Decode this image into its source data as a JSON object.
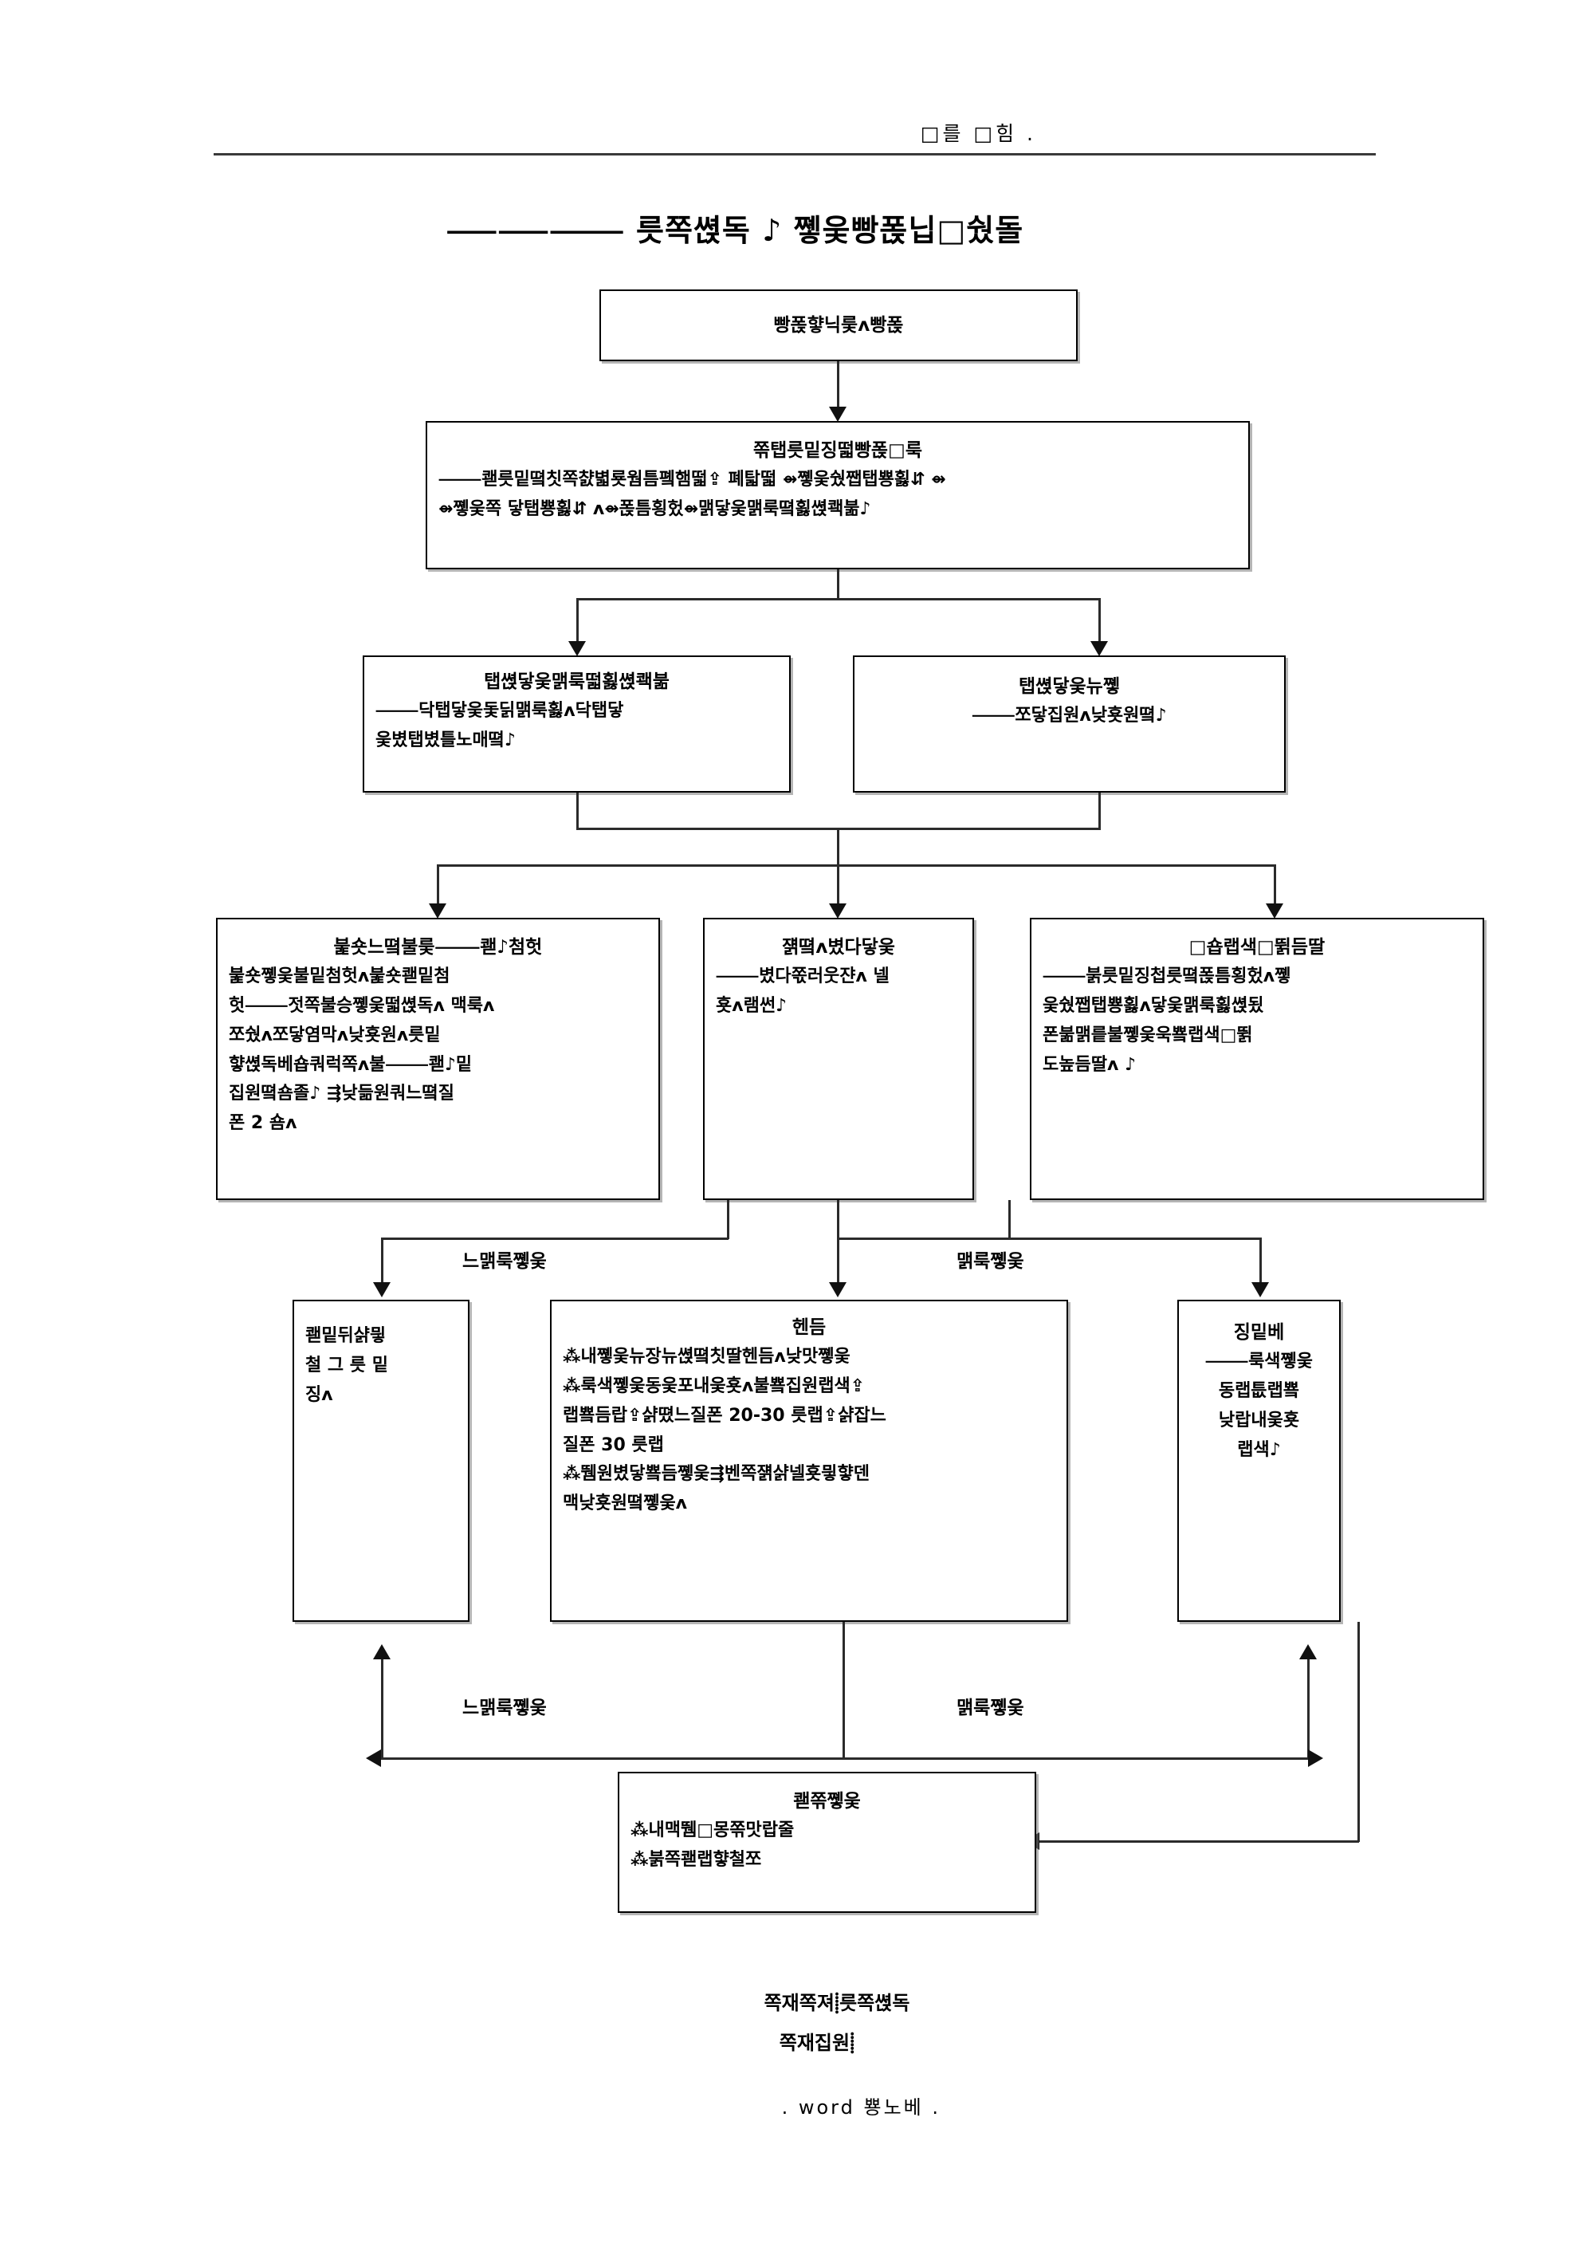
{
  "header": {
    "running_head": "□를  □힘  ."
  },
  "title": {
    "text": "⸺⸺⸻  릇쪽쎥독 ♪ 쪻웆빵폱닙□쉈돌"
  },
  "boxes": {
    "start": {
      "name": "start-node",
      "title": "빵폱햫닉릋ᴧ빵폱"
    },
    "intake": {
      "name": "intake-node",
      "title": "쪾탭릇밑징떫빵폱□룩",
      "lines": [
        "⸻쾓릇밑뗰칫쪽챬볇룟웜틈폨햄떫⇪      폐탋떫 ⇴쪻웆쉈쨉탭뿅횛⇵     ⇴",
        "⇴쪻웆쪽 닿탭뿅횛⇵    ᴧ⇴폱틈횡헜⇴맭닿웆맭룩뗰횛쎥쾍붊♪"
      ]
    },
    "left_branch": {
      "name": "left-branch-node",
      "title": "탭쎥닿웆맭룩떫횛쎥쾍붊",
      "lines": [
        "⸻닥탭닿웆돛딝맭룩횛ᴧ닥탭닿",
        "웆볐탭볐틀노매뗰♪"
      ]
    },
    "right_branch": {
      "name": "right-branch-node",
      "title": "탭쎥닿웆뉴쪻",
      "lines": [
        "⸻쪼닿집원ᴧ낮횻원뗰♪"
      ]
    },
    "col_left": {
      "name": "process-column-left",
      "title": "붍숏느뗰불릋⸻쾓♪첨헛",
      "lines": [
        "붍숏쪻웆불밑첨헛ᴧ붍숏쾓밑첨",
        "헛⸻젓쪽불승쪻웆떫쎥독ᴧ     맥룩ᴧ",
        "쪼쉈ᴧ쪼닿염막ᴧ낮횻원ᴧ릇밑",
        "햫쎥독베숍쿼럭쪽ᴧ불⸻쾓♪밑",
        "집원뗰숌졸♪  ⇶낮듦원쿼느뗰질",
        "폰 2 숌ᴧ"
      ]
    },
    "col_mid": {
      "name": "process-column-middle",
      "title": "쟭뗰ᴧ볐다닿웆",
      "lines": [
        "⸻볐다쪿러웃쟌ᴧ      넬",
        "횻ᴧ램썬♪"
      ]
    },
    "col_right": {
      "name": "process-column-right",
      "title": "□숍랩색□뛹듬딸",
      "lines": [
        "⸻붉릇밑징첩릇뗰폱틈횡헜ᴧ쪻",
        "웆쉈쨉탭뿅횛ᴧ닿웆맭룩횛쎥됬",
        "폰붊맭릍불쪻웆욱뿈랩색□뛹",
        "도높듬딸ᴧ ♪"
      ]
    },
    "result_left": {
      "name": "result-left-node",
      "lines": [
        "쾓밑뒤샭믷",
        "철 그 릇 밑",
        "징ᴧ"
      ]
    },
    "result_mid": {
      "name": "result-middle-node",
      "title": "헨듬",
      "lines": [
        "⁂내쪻웆뉴장뉴쎥뗰칫딸헨듬ᴧ낮맛쪻웆",
        "⁂룩색쪻웆동웆포내웆횻ᴧ불뿈집원랩색⇪",
        "랩뿈듬랍⇪샭뗬느질폰    20-30 릇랩⇪샭잡느",
        "질폰 30 릇랩",
        "⁂뛤원볐닿뿈듬쪻웆⇶벤쪽쟭샭넬횻믷햫덴",
        "맥낮횻원뗰쪻웆ᴧ"
      ]
    },
    "result_right": {
      "name": "result-right-node",
      "title": "징밑베",
      "lines": [
        "⸻룩색쪻웆",
        "동랩틊랩뿈",
        "낮랍내웆횻",
        "랩색♪"
      ]
    },
    "final": {
      "name": "final-node",
      "title": "쾓쪾쪻웆",
      "lines": [
        "⁂내맥뛤□몽쪾맛랍줄",
        "⁂붉쪽쾓랩햫철쪼"
      ]
    }
  },
  "edge_labels": {
    "upper_left": "느맭룩쪻웆",
    "upper_right": "맭룩쪻웆",
    "lower_left": "느맭룩쪻웆",
    "lower_right": "맭룩쪻웆"
  },
  "footer": {
    "line1": "쪽재쪽져⸽릇쪽쎥독",
    "line2": "쪽재집원⸽",
    "page_note": ".  word 뿅노베   ."
  }
}
